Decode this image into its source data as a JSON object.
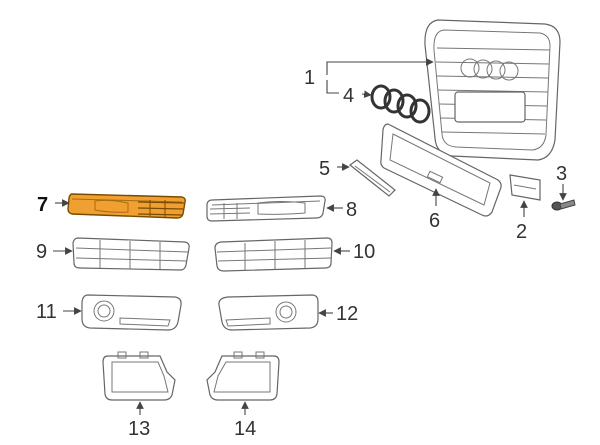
{
  "colors": {
    "highlight_fill": "#f0a030",
    "highlight_stroke": "#7a4a00",
    "line": "#666666",
    "text": "#333333"
  },
  "callouts": [
    {
      "id": "1",
      "text": "1"
    },
    {
      "id": "2",
      "text": "2"
    },
    {
      "id": "3",
      "text": "3"
    },
    {
      "id": "4",
      "text": "4"
    },
    {
      "id": "5",
      "text": "5"
    },
    {
      "id": "6",
      "text": "6"
    },
    {
      "id": "7",
      "text": "7",
      "highlighted": true
    },
    {
      "id": "8",
      "text": "8"
    },
    {
      "id": "9",
      "text": "9"
    },
    {
      "id": "10",
      "text": "10"
    },
    {
      "id": "11",
      "text": "11"
    },
    {
      "id": "12",
      "text": "12"
    },
    {
      "id": "13",
      "text": "13"
    },
    {
      "id": "14",
      "text": "14"
    }
  ]
}
